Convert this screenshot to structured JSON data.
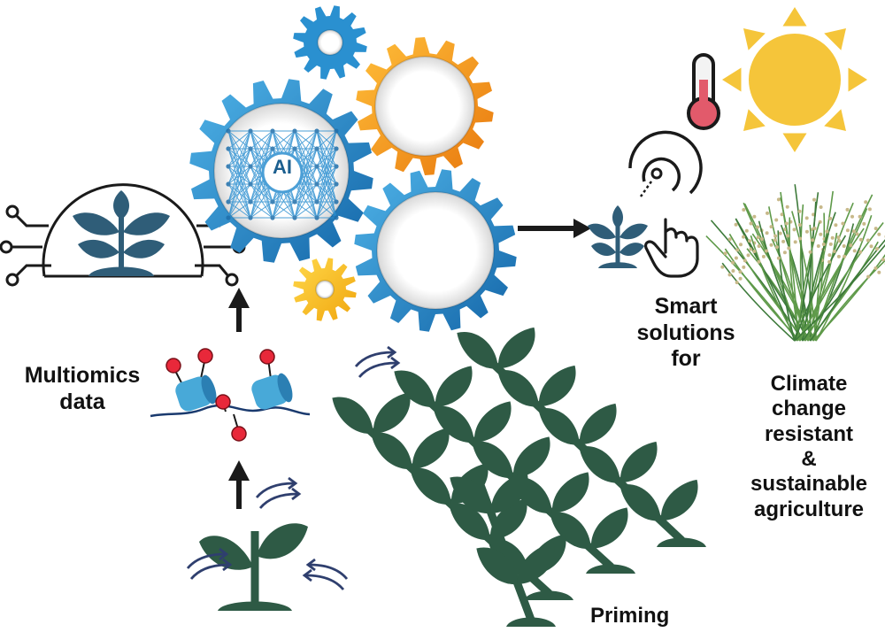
{
  "diagram": {
    "ai_badge": "AI",
    "multiomics_label": "Multiomics data",
    "smart_label": "Smart solutions for",
    "outcome_lines": [
      "Climate",
      "change",
      "resistant",
      "&",
      "sustainable",
      "agriculture"
    ],
    "priming_label": "Priming"
  },
  "colors": {
    "plant_dark_green": "#2e5a45",
    "gear_blue": "#1f86c6",
    "gear_orange": "#f39a1e",
    "gear_yellow": "#f7c21a",
    "sun_yellow": "#f5c53a",
    "dna_red": "#e8283a",
    "nucleosome_blue": "#48a9d8",
    "arrow_black": "#1a1a1a",
    "network_icon_plant": "#2f5d78"
  },
  "icons": [
    "plant-network-icon",
    "ai-gear-icon",
    "gear-icon",
    "multiomics-dna-icon",
    "touch-hand-icon",
    "thermometer-icon",
    "sun-icon",
    "grass-icon",
    "seedling-icon",
    "wind-arrow-icon"
  ]
}
